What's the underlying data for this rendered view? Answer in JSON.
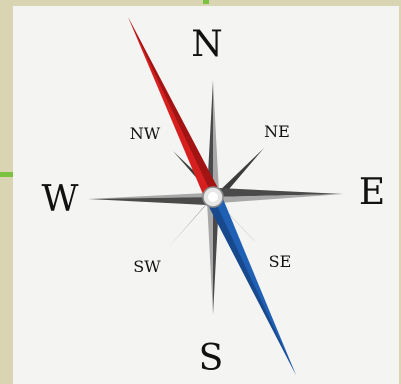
{
  "compass": {
    "north": "N",
    "south": "S",
    "east": "E",
    "west": "W",
    "northeast": "NE",
    "northwest": "NW",
    "southeast": "SE",
    "southwest": "SW"
  },
  "colors": {
    "needle_north": "#d61f1f",
    "needle_south": "#1f5fb4",
    "rose_dark": "#4a4a4a",
    "rose_light": "#a8a8a8",
    "background": "#f4f4f2",
    "frame": "#d9d4b2",
    "accent": "#7cc241"
  }
}
